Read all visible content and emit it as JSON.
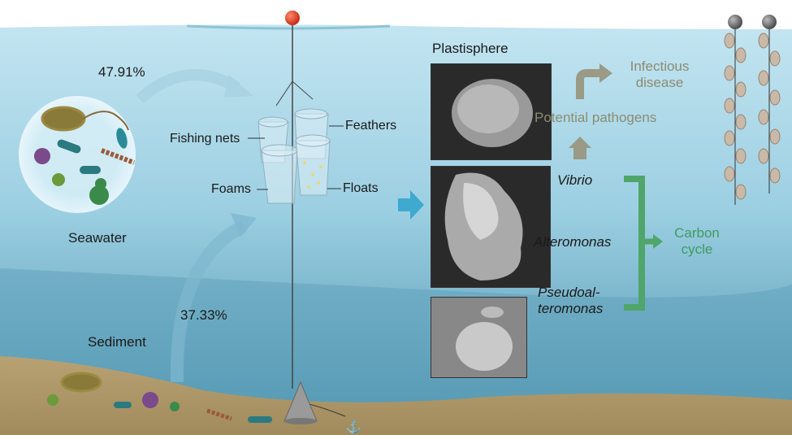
{
  "sources": {
    "seawater": {
      "label": "Seawater",
      "percent": "47.91%"
    },
    "sediment": {
      "label": "Sediment",
      "percent": "37.33%"
    }
  },
  "substrates": [
    "Fishing nets",
    "Feathers",
    "Foams",
    "Floats"
  ],
  "plastisphere": {
    "title": "Plastisphere"
  },
  "taxa": {
    "vibrio": "Vibrio",
    "alteromonas": "Alteromonas",
    "pseudo_line1": "Pseudoal-",
    "pseudo_line2": "teromonas"
  },
  "outcomes": {
    "pathogens": "Potential pathogens",
    "disease_line1": "Infectious",
    "disease_line2": "disease",
    "carbon_line1": "Carbon",
    "carbon_line2": "cycle"
  },
  "colors": {
    "water_top": "#bfe3f0",
    "water_bottom": "#4f95b0",
    "sand": "#b39c6c",
    "buoy": "#d9311c",
    "pathogen": "#8c8b72",
    "carbon": "#3f9b5f",
    "flow_arrow": "#3fa9cf"
  }
}
